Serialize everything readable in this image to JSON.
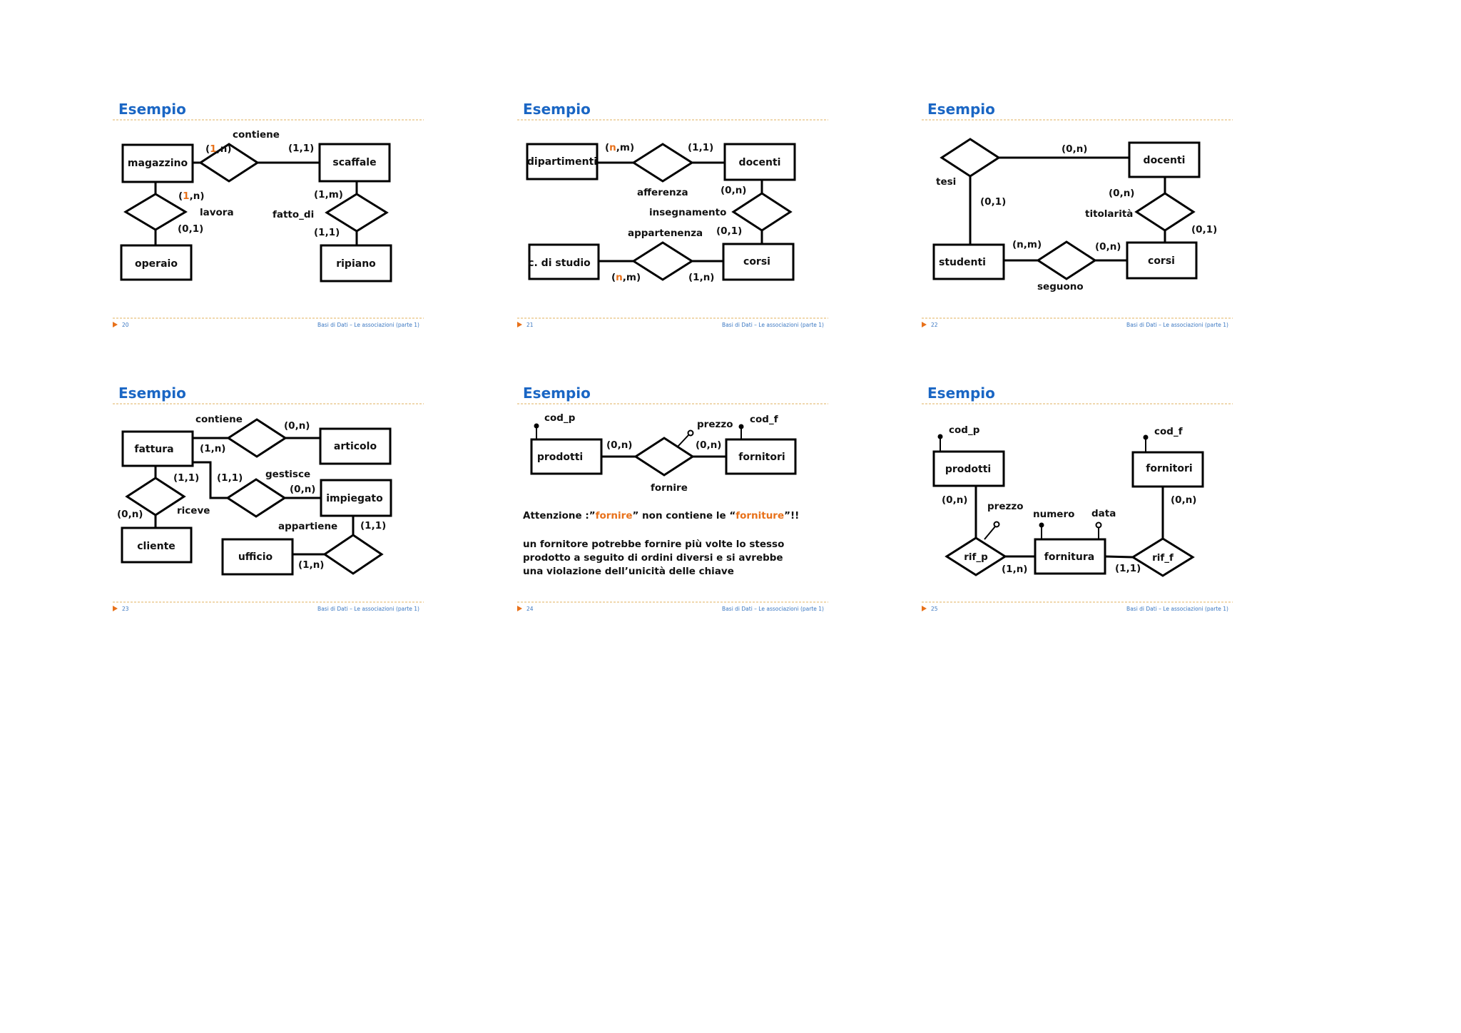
{
  "colors": {
    "title": "#1a66c4",
    "accent": "#e8711a",
    "footer": "#3a77c2",
    "separator": "#e1b25e"
  },
  "icons": {
    "footer_marker": "orange-triangle-icon"
  },
  "slides": [
    {
      "id": "s20",
      "title": "Esempio",
      "footer_page": "20",
      "footer_text": "Basi di Dati – Le associazioni (parte 1)",
      "labels": [
        {
          "t": "contiene"
        },
        {
          "t": "(1,1)"
        },
        {
          "t": "lavora"
        },
        {
          "t": "(0,1)"
        },
        {
          "t": "fatto_di"
        },
        {
          "t": "(1,m)"
        },
        {
          "t": "(1,1)"
        }
      ],
      "rich_labels": [
        {
          "parts": [
            {
              "t": "("
            },
            {
              "t": "1",
              "hl": true
            },
            {
              "t": ",n)"
            }
          ]
        },
        {
          "parts": [
            {
              "t": "("
            },
            {
              "t": "1",
              "hl": true
            },
            {
              "t": ",n)"
            }
          ]
        }
      ],
      "entities": [
        {
          "label": "magazzino"
        },
        {
          "label": "scaffale"
        },
        {
          "label": "operaio"
        },
        {
          "label": "ripiano"
        }
      ]
    },
    {
      "id": "s21",
      "title": "Esempio",
      "footer_page": "21",
      "footer_text": "Basi di Dati – Le associazioni (parte 1)",
      "labels": [
        {
          "t": "(1,1)"
        },
        {
          "t": "afferenza"
        },
        {
          "t": "(0,n)"
        },
        {
          "t": "insegnamento"
        },
        {
          "t": "appartenenza"
        },
        {
          "t": "(0,1)"
        },
        {
          "t": "(1,n)"
        }
      ],
      "rich_labels": [
        {
          "parts": [
            {
              "t": "("
            },
            {
              "t": "n",
              "hl": true
            },
            {
              "t": ",m)"
            }
          ]
        },
        {
          "parts": [
            {
              "t": "("
            },
            {
              "t": "n",
              "hl": true
            },
            {
              "t": ",m)"
            }
          ]
        }
      ],
      "entities": [
        {
          "label": "dipartimenti"
        },
        {
          "label": "docenti"
        },
        {
          "label": "c. di studio"
        },
        {
          "label": "corsi"
        }
      ]
    },
    {
      "id": "s22",
      "title": "Esempio",
      "footer_page": "22",
      "footer_text": "Basi di Dati – Le associazioni (parte 1)",
      "labels": [
        {
          "t": "(0,n)"
        },
        {
          "t": "tesi"
        },
        {
          "t": "(0,1)"
        },
        {
          "t": "(0,n)"
        },
        {
          "t": "titolarità"
        },
        {
          "t": "(0,1)"
        },
        {
          "t": "(n,m)"
        },
        {
          "t": "(0,n)"
        },
        {
          "t": "seguono"
        }
      ],
      "entities": [
        {
          "label": "docenti"
        },
        {
          "label": "studenti"
        },
        {
          "label": "corsi"
        }
      ]
    },
    {
      "id": "s23",
      "title": "Esempio",
      "footer_page": "23",
      "footer_text": "Basi di Dati – Le associazioni (parte 1)",
      "labels": [
        {
          "t": "contiene"
        },
        {
          "t": "(0,n)"
        },
        {
          "t": "(1,n)"
        },
        {
          "t": "(1,1)"
        },
        {
          "t": "(1,1)"
        },
        {
          "t": "gestisce"
        },
        {
          "t": "(0,n)"
        },
        {
          "t": "(0,n)"
        },
        {
          "t": "riceve"
        },
        {
          "t": "appartiene"
        },
        {
          "t": "(1,1)"
        },
        {
          "t": "(1,n)"
        }
      ],
      "entities": [
        {
          "label": "fattura"
        },
        {
          "label": "articolo"
        },
        {
          "label": "impiegato"
        },
        {
          "label": "cliente"
        },
        {
          "label": "ufficio"
        }
      ]
    },
    {
      "id": "s24",
      "title": "Esempio",
      "footer_page": "24",
      "footer_text": "Basi di Dati – Le associazioni (parte 1)",
      "labels": [
        {
          "t": "cod_p"
        },
        {
          "t": "prezzo"
        },
        {
          "t": "cod_f"
        },
        {
          "t": "(0,n)"
        },
        {
          "t": "(0,n)"
        },
        {
          "t": "fornire"
        }
      ],
      "entities": [
        {
          "label": "prodotti"
        },
        {
          "label": "fornitori"
        }
      ],
      "note_line1": [
        {
          "t": "Attenzione :”"
        },
        {
          "t": "fornire",
          "hl": true
        },
        {
          "t": "” non contiene le “"
        },
        {
          "t": "forniture",
          "hl": true
        },
        {
          "t": "”!!"
        }
      ],
      "note_lines": [
        "un fornitore potrebbe fornire più volte lo stesso",
        "prodotto a seguito di ordini diversi e si avrebbe",
        "una violazione dell’unicità delle chiave"
      ]
    },
    {
      "id": "s25",
      "title": "Esempio",
      "footer_page": "25",
      "footer_text": "Basi di Dati – Le associazioni (parte 1)",
      "labels": [
        {
          "t": "cod_p"
        },
        {
          "t": "cod_f"
        },
        {
          "t": "(0,n)"
        },
        {
          "t": "(0,n)"
        },
        {
          "t": "prezzo"
        },
        {
          "t": "numero"
        },
        {
          "t": "data"
        },
        {
          "t": "rif_p"
        },
        {
          "t": "rif_f"
        },
        {
          "t": "(1,n)"
        },
        {
          "t": "(1,1)"
        }
      ],
      "entities": [
        {
          "label": "prodotti"
        },
        {
          "label": "fornitori"
        },
        {
          "label": "fornitura"
        }
      ]
    }
  ]
}
